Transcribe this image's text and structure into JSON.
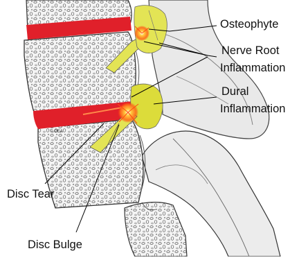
{
  "labels": {
    "osteophyte": "Osteophyte",
    "nerve_root_line1": "Nerve Root",
    "nerve_root_line2": "Inflammation",
    "dural_line1": "Dural",
    "dural_line2": "Inflammation",
    "disc_tear": "Disc Tear",
    "disc_bulge": "Disc Bulge",
    "copyright": "© OEA"
  },
  "colors": {
    "disc": "#e0202a",
    "nerve": "#e3e455",
    "dural": "#dcdc3a",
    "inflammation": "#ff5a1a",
    "bone_fill": "#f2f2f2",
    "bone_outline": "#333333",
    "leader_line": "#000000"
  }
}
